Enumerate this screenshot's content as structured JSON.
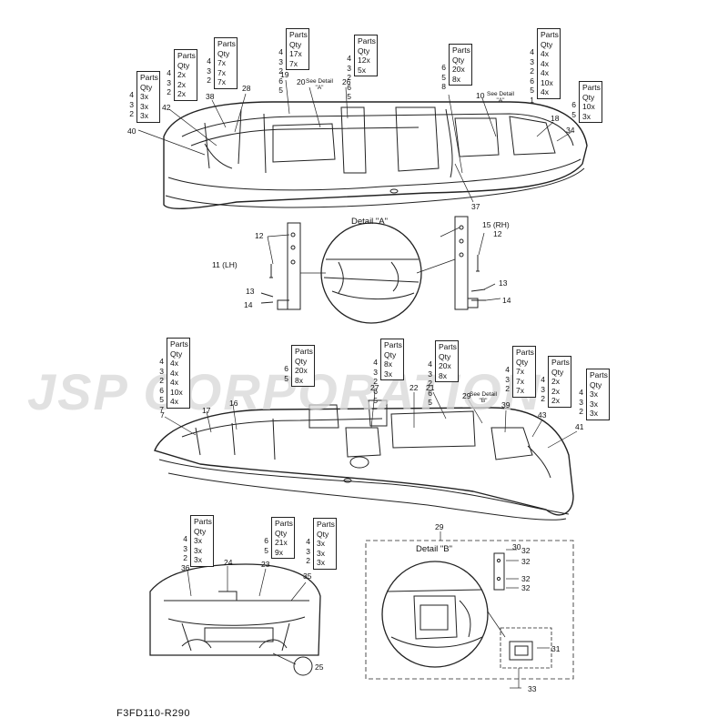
{
  "watermark": "JSP CORPORATION",
  "diagram_code": "F3FD110-R290",
  "detail_a": {
    "title": "Detail \"A\""
  },
  "detail_b": {
    "title": "Detail \"B\""
  },
  "qty_header": [
    "Parts",
    "Qty"
  ],
  "qty_tables": [
    {
      "nums": [
        "4",
        "3",
        "2"
      ],
      "qtys": [
        "3x",
        "3x",
        "3x"
      ]
    },
    {
      "nums": [
        "4",
        "3",
        "2"
      ],
      "qtys": [
        "2x",
        "2x",
        "2x"
      ]
    },
    {
      "nums": [
        "4",
        "3",
        "2"
      ],
      "qtys": [
        "7x",
        "7x",
        "7x"
      ]
    },
    {
      "nums": [
        "4",
        "3",
        "2",
        "6",
        "5"
      ],
      "qtys": [
        "17x",
        "7x"
      ]
    },
    {
      "nums": [
        "4",
        "3",
        "2",
        "6",
        "5"
      ],
      "qtys": [
        "12x",
        "5x"
      ]
    },
    {
      "nums": [
        "6",
        "5",
        "8"
      ],
      "qtys": [
        "20x",
        "8x"
      ]
    },
    {
      "nums": [
        "4",
        "3",
        "2",
        "6",
        "5",
        "1"
      ],
      "qtys": [
        "4x",
        "4x",
        "4x",
        "10x",
        "4x"
      ]
    },
    {
      "nums": [
        "6",
        "5"
      ],
      "qtys": [
        "10x",
        "3x"
      ]
    },
    {
      "nums": [
        "4",
        "3",
        "2",
        "6",
        "5",
        "7"
      ],
      "qtys": [
        "4x",
        "4x",
        "4x",
        "10x",
        "4x"
      ]
    },
    {
      "nums": [
        "6",
        "5"
      ],
      "qtys": [
        "20x",
        "8x"
      ]
    },
    {
      "nums": [
        "4",
        "3",
        "2",
        "6",
        "5"
      ],
      "qtys": [
        "8x",
        "3x"
      ]
    },
    {
      "nums": [
        "4",
        "3",
        "2",
        "6",
        "5"
      ],
      "qtys": [
        "20x",
        "8x"
      ]
    },
    {
      "nums": [
        "4",
        "3",
        "2"
      ],
      "qtys": [
        "7x",
        "7x",
        "7x"
      ]
    },
    {
      "nums": [
        "4",
        "3",
        "2"
      ],
      "qtys": [
        "2x",
        "2x",
        "2x"
      ]
    },
    {
      "nums": [
        "4",
        "3",
        "2"
      ],
      "qtys": [
        "3x",
        "3x",
        "3x"
      ]
    },
    {
      "nums": [
        "4",
        "3",
        "2"
      ],
      "qtys": [
        "3x",
        "3x",
        "3x"
      ]
    },
    {
      "nums": [
        "6",
        "5"
      ],
      "qtys": [
        "21x",
        "9x"
      ]
    },
    {
      "nums": [
        "4",
        "3",
        "2"
      ],
      "qtys": [
        "3x",
        "3x",
        "3x"
      ]
    }
  ],
  "labels": [
    "40",
    "42",
    "38",
    "28",
    "19",
    "20",
    "26",
    "10",
    "18",
    "34",
    "37",
    "12",
    "11 (LH)",
    "13",
    "14",
    "15 (RH)",
    "12",
    "13",
    "14",
    "7",
    "17",
    "16",
    "27",
    "22",
    "21",
    "29",
    "39",
    "43",
    "41",
    "36",
    "24",
    "23",
    "35",
    "25",
    "29",
    "30",
    "32",
    "32",
    "32",
    "32",
    "31",
    "33"
  ],
  "see_detail": [
    {
      "text": "See Detail",
      "ref": "\"A\""
    },
    {
      "text": "See Detail",
      "ref": "\"A\""
    },
    {
      "text": "See Detail",
      "ref": "\"B\""
    }
  ]
}
